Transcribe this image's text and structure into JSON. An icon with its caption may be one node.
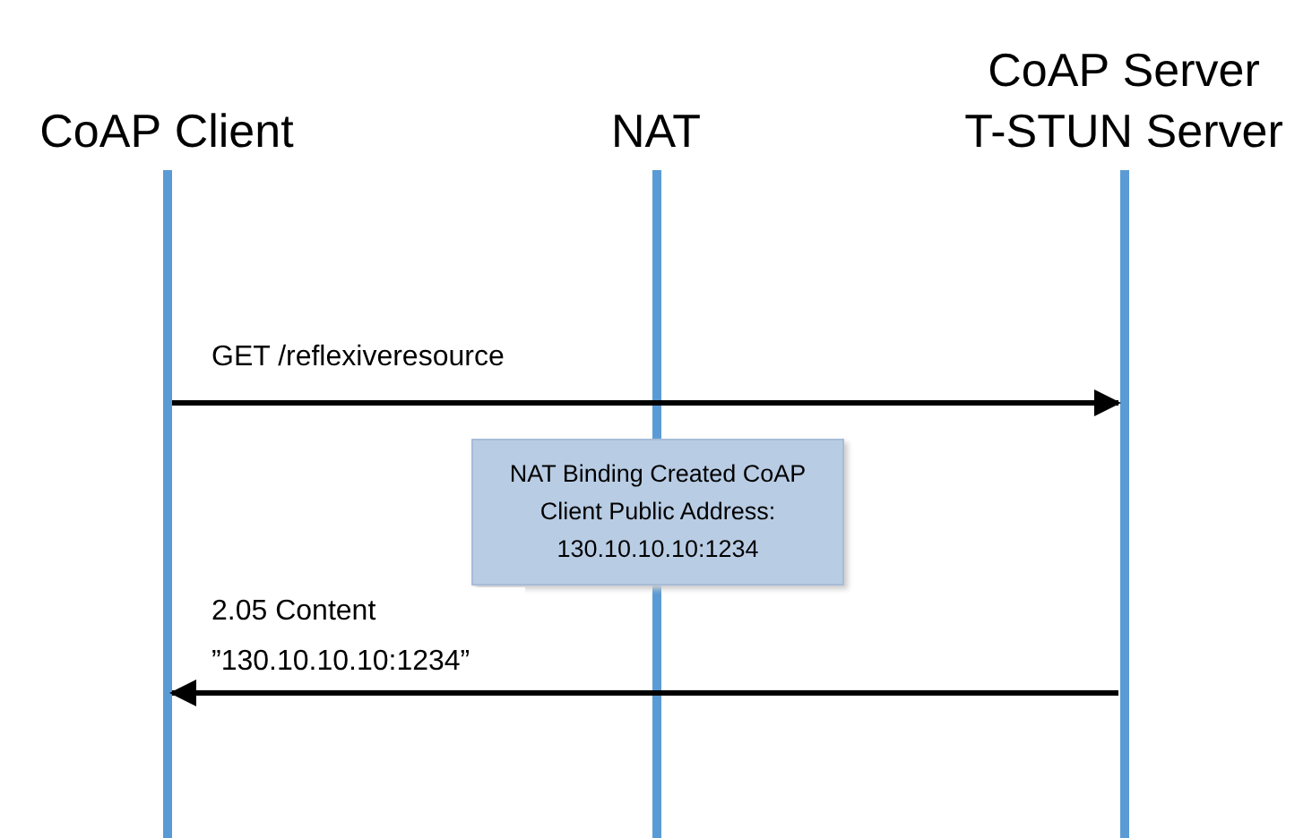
{
  "diagram": {
    "nodes": [
      {
        "text": [
          "CoAP Client"
        ]
      },
      {
        "text": [
          "NAT"
        ]
      },
      {
        "text": [
          "CoAP Server T-STUN Server"
        ]
      },
      {
        "text": [
          "NAT Binding Created CoAP Client Public Address: 130.10.10.10:1234"
        ]
      }
    ],
    "edges": [
      {
        "from": 0,
        "to": 2,
        "arrow": "to",
        "label": "GET /reflexiveresource"
      },
      {
        "from": 2,
        "to": 0,
        "arrow": "to",
        "label": "2.05 Content ”130.10.10.10:1234”"
      }
    ]
  }
}
